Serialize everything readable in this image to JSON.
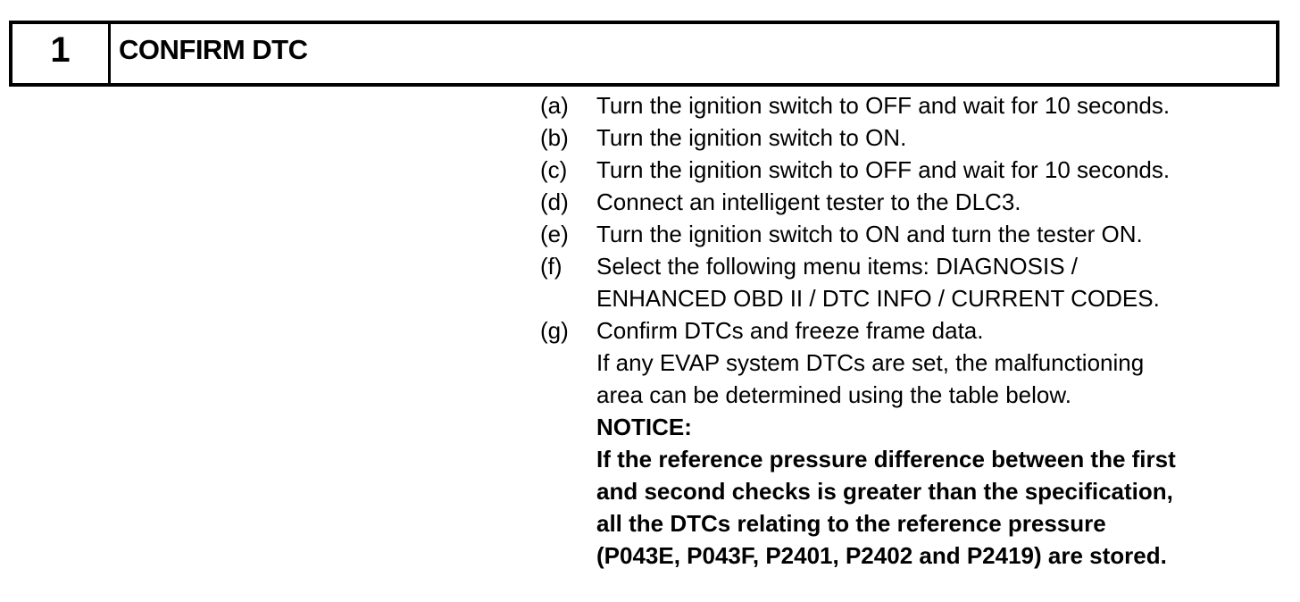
{
  "colors": {
    "background": "#ffffff",
    "text": "#000000",
    "border": "#000000"
  },
  "header": {
    "step_number": "1",
    "title": "CONFIRM DTC"
  },
  "procedure": {
    "steps": [
      {
        "label": "(a)",
        "lines": [
          "Turn the ignition switch to OFF and wait for 10 seconds."
        ]
      },
      {
        "label": "(b)",
        "lines": [
          "Turn the ignition switch to ON."
        ]
      },
      {
        "label": "(c)",
        "lines": [
          "Turn the ignition switch to OFF and wait for 10 seconds."
        ]
      },
      {
        "label": "(d)",
        "lines": [
          "Connect an intelligent tester to the DLC3."
        ]
      },
      {
        "label": "(e)",
        "lines": [
          "Turn the ignition switch to ON and turn the tester ON."
        ]
      },
      {
        "label": "(f)",
        "lines": [
          "Select the following menu items: DIAGNOSIS /",
          "ENHANCED OBD II / DTC INFO / CURRENT CODES."
        ]
      },
      {
        "label": "(g)",
        "lines": [
          "Confirm DTCs and freeze frame data.",
          "If any EVAP system DTCs are set, the malfunctioning",
          "area can be determined using the table below."
        ],
        "notice": {
          "label": "NOTICE:",
          "lines": [
            "If the reference pressure difference between the first",
            "and second checks is greater than the specification,",
            "all the DTCs relating to the reference pressure",
            "(P043E, P043F, P2401, P2402 and P2419) are stored."
          ]
        }
      }
    ]
  }
}
